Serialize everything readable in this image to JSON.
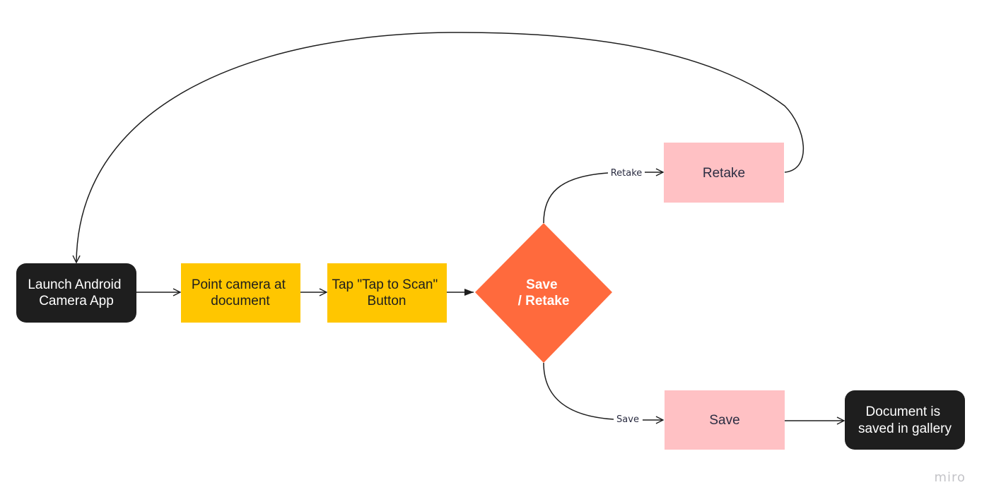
{
  "diagram": {
    "nodes": {
      "launch": {
        "line1": "Launch Android",
        "line2": "Camera App"
      },
      "point": {
        "line1": "Point camera at",
        "line2": "document"
      },
      "tap": {
        "line1": "Tap \"Tap to Scan\"",
        "line2": "Button"
      },
      "decision": {
        "line1": "Save",
        "line2": "/ Retake"
      },
      "retake": {
        "label": "Retake"
      },
      "save": {
        "label": "Save"
      },
      "saved": {
        "line1": "Document is",
        "line2": "saved in gallery"
      }
    },
    "edges": {
      "retake_label": "Retake",
      "save_label": "Save"
    },
    "colors": {
      "dark_node": "#1e1e1e",
      "yellow_node": "#ffc600",
      "decision_node": "#ff6a3d",
      "pink_node": "#ffc1c4",
      "connector": "#1e1e1e"
    }
  },
  "watermark": "miro"
}
